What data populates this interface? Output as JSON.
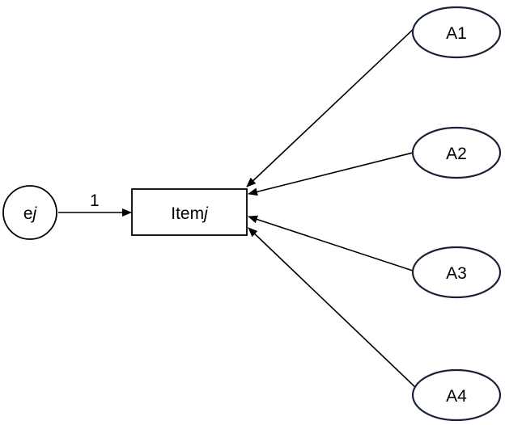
{
  "colors": {
    "stroke": "#000000",
    "ellipse_stroke": "#1a2236",
    "background": "#ffffff"
  },
  "nodes": {
    "error": {
      "prefix": "e",
      "suffix": "j"
    },
    "item": {
      "prefix": "Item",
      "suffix": "j"
    },
    "a1": {
      "label": "A1"
    },
    "a2": {
      "label": "A2"
    },
    "a3": {
      "label": "A3"
    },
    "a4": {
      "label": "A4"
    }
  },
  "edges": {
    "error_to_item": {
      "label": "1"
    }
  }
}
